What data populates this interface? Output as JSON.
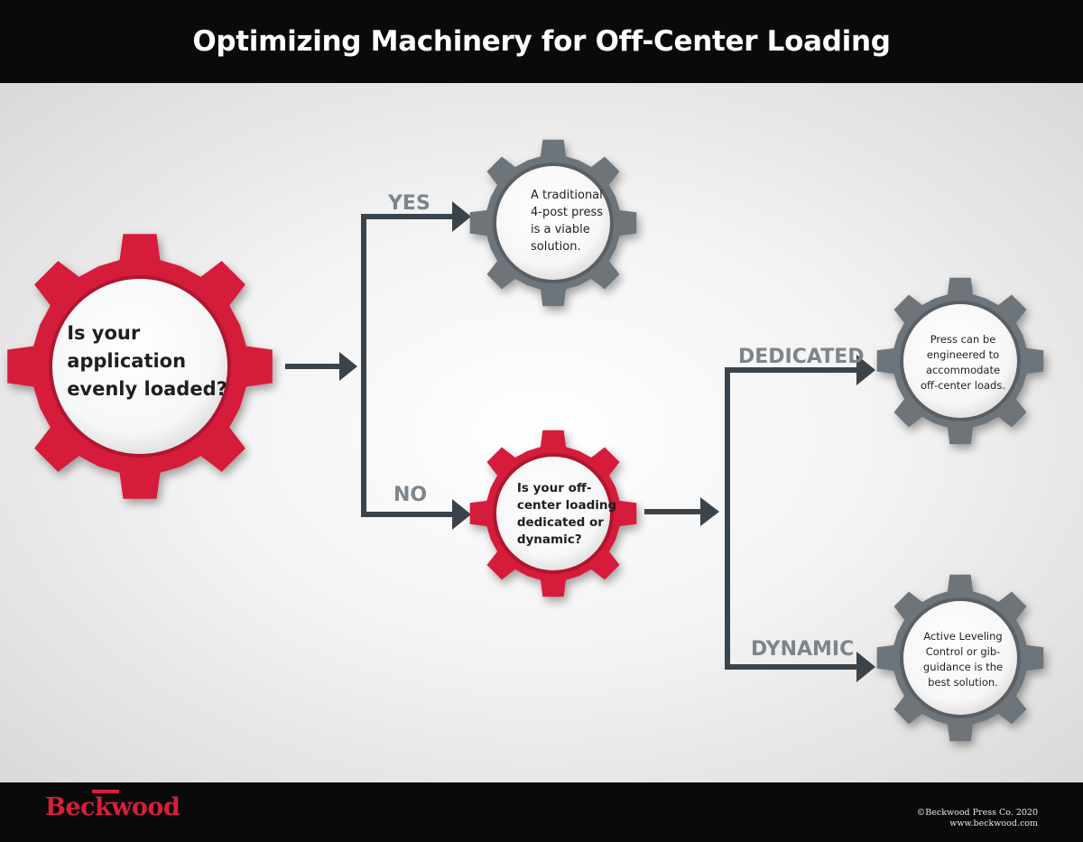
{
  "header": {
    "title": "Optimizing Machinery for Off-Center Loading"
  },
  "nodes": {
    "q1": {
      "text": "Is your\napplication\nevenly loaded?",
      "color": "#d61f3a"
    },
    "q2": {
      "text": "Is your off-\ncenter loading\ndedicated or\ndynamic?",
      "color": "#d61f3a"
    },
    "ans_yes": {
      "text": "A traditional\n4-post press\nis a viable\nsolution.",
      "color": "#6e747a"
    },
    "ans_dedicated": {
      "text": "Press can be\nengineered to\naccommodate\noff-center loads.",
      "color": "#6e747a"
    },
    "ans_dynamic": {
      "text": "Active Leveling\nControl or gib-\nguidance is the\nbest solution.",
      "color": "#6e747a"
    }
  },
  "branches": {
    "yes": "YES",
    "no": "NO",
    "dedicated": "DEDICATED",
    "dynamic": "DYNAMIC"
  },
  "colors": {
    "connector": "#3b434b",
    "label": "#7d858c"
  },
  "footer": {
    "logo": "Beckwood",
    "copyright": "©Beckwood Press Co. 2020",
    "website": "www.beckwood.com"
  }
}
